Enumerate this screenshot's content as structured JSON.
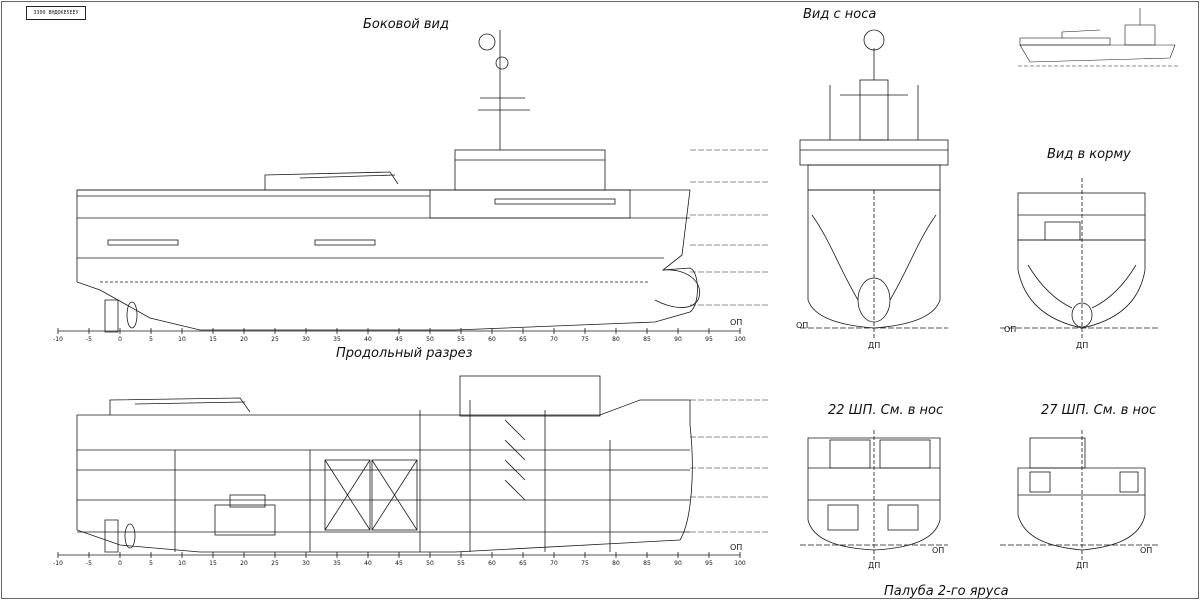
{
  "drawing_stamp": "3300 ВНДОКЕ5ЕЕУ",
  "titles": {
    "side_view": "Боковой вид",
    "bow_view": "Вид с носа",
    "stern_view": "Вид в корму",
    "longitudinal_section": "Продольный разрез",
    "section_22": "22 ШП. См. в нос",
    "section_27": "27 ШП. См. в нос",
    "deck_2": "Палуба 2-го яруса"
  },
  "labels": {
    "baseline": "ОП",
    "centerline": "ДП"
  },
  "frame_scale": [
    "-10",
    "-5",
    "0",
    "5",
    "10",
    "15",
    "20",
    "25",
    "30",
    "35",
    "40",
    "45",
    "50",
    "55",
    "60",
    "65",
    "70",
    "75",
    "80",
    "85",
    "90",
    "95",
    "100"
  ],
  "colors": {
    "line": "#1a1a1a",
    "background": "#ffffff"
  }
}
